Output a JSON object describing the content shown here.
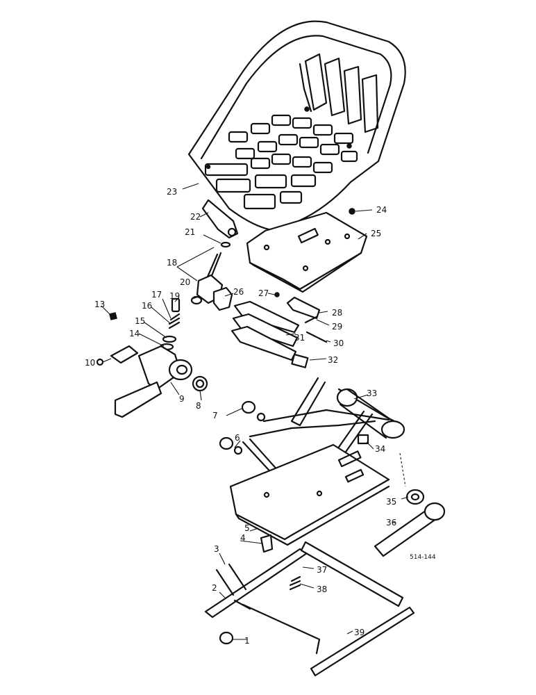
{
  "figure_ref": "514-144",
  "callouts": [
    "1",
    "2",
    "3",
    "4",
    "5",
    "6",
    "7",
    "8",
    "9",
    "10",
    "13",
    "14",
    "15",
    "16",
    "17",
    "18",
    "19",
    "20",
    "21",
    "22",
    "23",
    "24",
    "25",
    "26",
    "27",
    "28",
    "29",
    "30",
    "31",
    "32",
    "33",
    "34",
    "35",
    "36",
    "37",
    "38",
    "39"
  ]
}
